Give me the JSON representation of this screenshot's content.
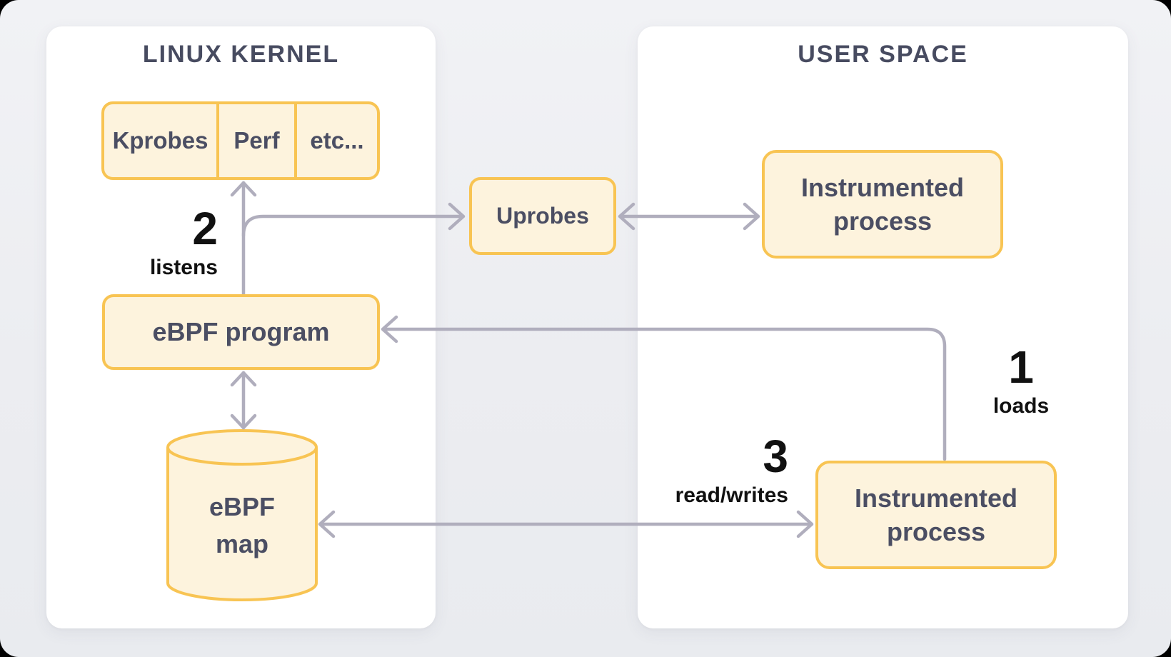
{
  "colors": {
    "canvas_bg": "#ecedf1",
    "panel_bg": "#ffffff",
    "box_fill": "#fdf3dd",
    "box_border": "#f8c453",
    "box_text": "#4b4e63",
    "title_text": "#474b60",
    "arrow": "#b0aebd",
    "step_text": "#111111"
  },
  "panels": {
    "kernel": {
      "title": "LINUX KERNEL"
    },
    "user": {
      "title": "USER SPACE"
    }
  },
  "nodes": {
    "probe_row": {
      "cells": [
        "Kprobes",
        "Perf",
        "etc..."
      ]
    },
    "uprobes": {
      "label": "Uprobes"
    },
    "ebpf_program": {
      "label": "eBPF program"
    },
    "ebpf_map": {
      "label": "eBPF map"
    },
    "instrumented_1": {
      "label": "Instrumented process"
    },
    "instrumented_2": {
      "label": "Instrumented process"
    }
  },
  "annotations": {
    "step1": {
      "number": "1",
      "label": "loads"
    },
    "step2": {
      "number": "2",
      "label": "listens"
    },
    "step3": {
      "number": "3",
      "label": "read/writes"
    }
  }
}
